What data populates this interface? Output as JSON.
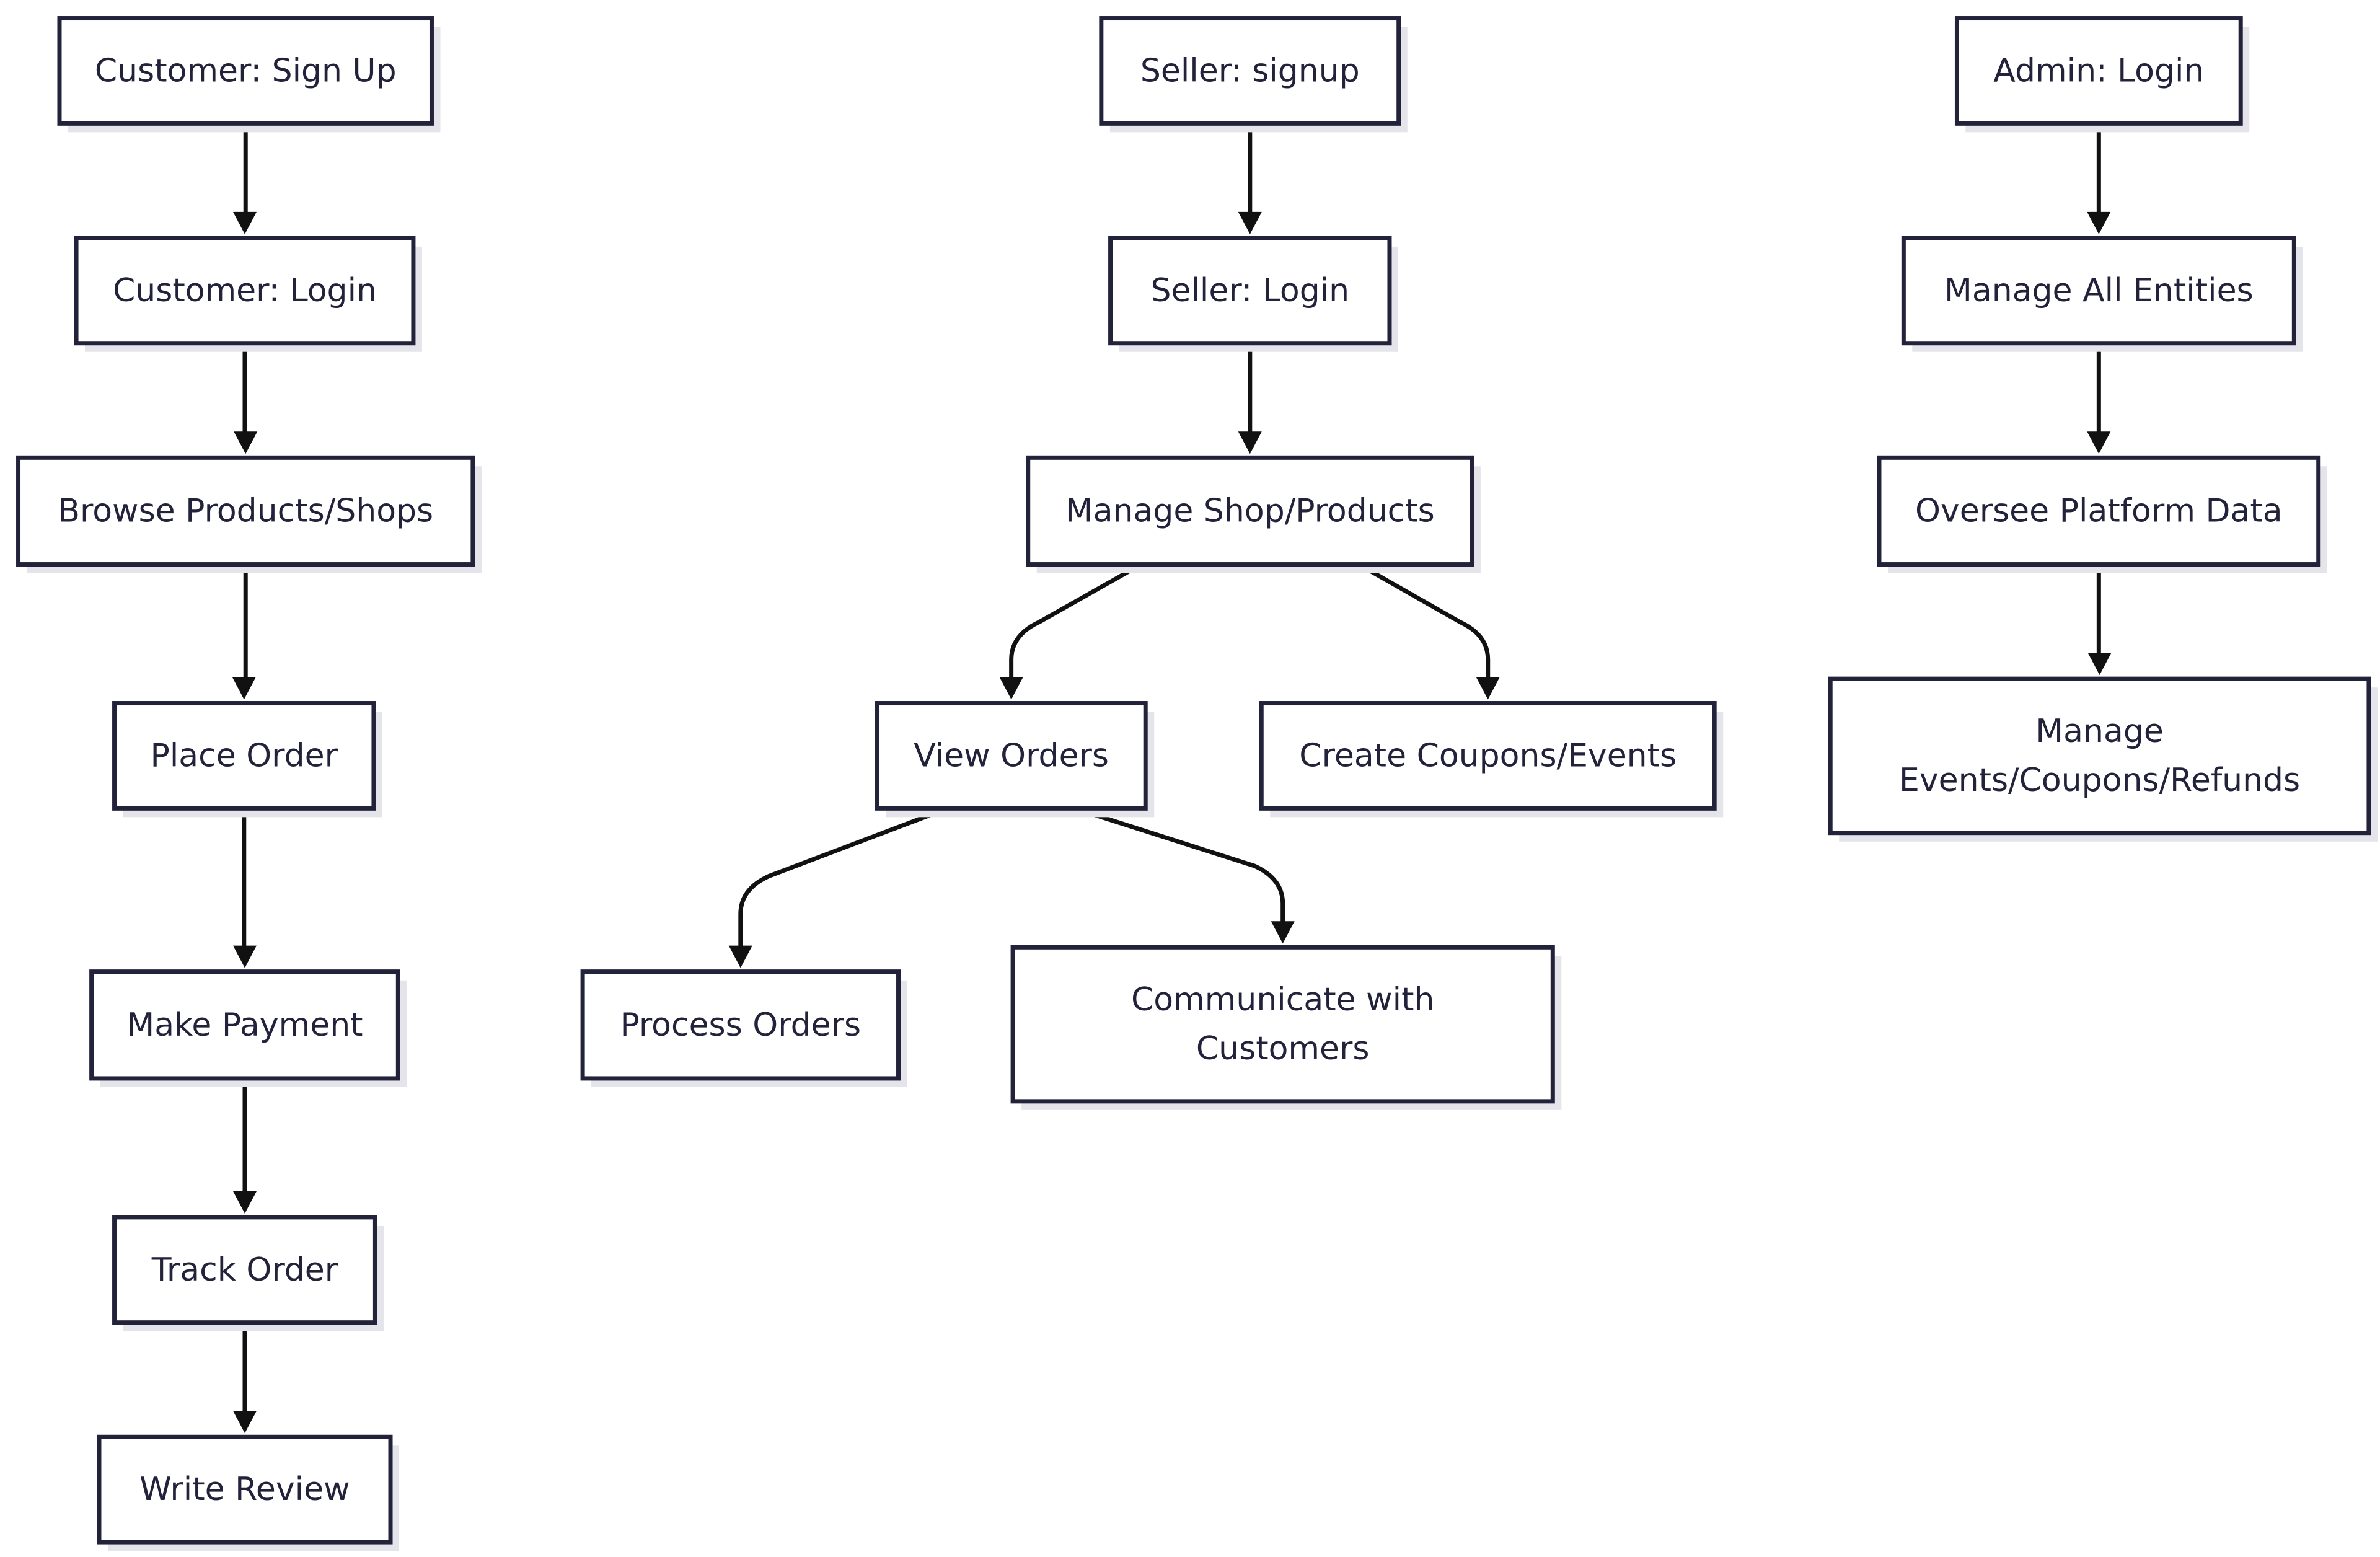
{
  "colors": {
    "node_border": "#22223a",
    "node_fill": "#ffffff",
    "node_shadow": "#e4e4ea",
    "text": "#22223a",
    "edge": "#111111"
  },
  "nodes": [
    {
      "id": "customer-signup",
      "lines": [
        "Customer: Sign Up"
      ]
    },
    {
      "id": "customer-login",
      "lines": [
        "Customer: Login"
      ]
    },
    {
      "id": "browse-products-shops",
      "lines": [
        "Browse Products/Shops"
      ]
    },
    {
      "id": "place-order",
      "lines": [
        "Place Order"
      ]
    },
    {
      "id": "make-payment",
      "lines": [
        "Make Payment"
      ]
    },
    {
      "id": "track-order",
      "lines": [
        "Track Order"
      ]
    },
    {
      "id": "write-review",
      "lines": [
        "Write Review"
      ]
    },
    {
      "id": "seller-signup",
      "lines": [
        "Seller: signup"
      ]
    },
    {
      "id": "seller-login",
      "lines": [
        "Seller: Login"
      ]
    },
    {
      "id": "manage-shop-products",
      "lines": [
        "Manage Shop/Products"
      ]
    },
    {
      "id": "view-orders",
      "lines": [
        "View Orders"
      ]
    },
    {
      "id": "create-coupons-events",
      "lines": [
        "Create Coupons/Events"
      ]
    },
    {
      "id": "process-orders",
      "lines": [
        "Process Orders"
      ]
    },
    {
      "id": "communicate-with-customers",
      "lines": [
        "Communicate with",
        "Customers"
      ]
    },
    {
      "id": "admin-login",
      "lines": [
        "Admin: Login"
      ]
    },
    {
      "id": "manage-all-entities",
      "lines": [
        "Manage All Entities"
      ]
    },
    {
      "id": "oversee-platform-data",
      "lines": [
        "Oversee Platform Data"
      ]
    },
    {
      "id": "manage-events-coupons-refunds",
      "lines": [
        "Manage",
        "Events/Coupons/Refunds"
      ]
    }
  ],
  "edges": [
    {
      "from": "customer-signup",
      "to": "customer-login"
    },
    {
      "from": "customer-login",
      "to": "browse-products-shops"
    },
    {
      "from": "browse-products-shops",
      "to": "place-order"
    },
    {
      "from": "place-order",
      "to": "make-payment"
    },
    {
      "from": "make-payment",
      "to": "track-order"
    },
    {
      "from": "track-order",
      "to": "write-review"
    },
    {
      "from": "seller-signup",
      "to": "seller-login"
    },
    {
      "from": "seller-login",
      "to": "manage-shop-products"
    },
    {
      "from": "manage-shop-products",
      "to": "view-orders"
    },
    {
      "from": "manage-shop-products",
      "to": "create-coupons-events"
    },
    {
      "from": "view-orders",
      "to": "process-orders"
    },
    {
      "from": "view-orders",
      "to": "communicate-with-customers"
    },
    {
      "from": "admin-login",
      "to": "manage-all-entities"
    },
    {
      "from": "manage-all-entities",
      "to": "oversee-platform-data"
    },
    {
      "from": "oversee-platform-data",
      "to": "manage-events-coupons-refunds"
    }
  ]
}
